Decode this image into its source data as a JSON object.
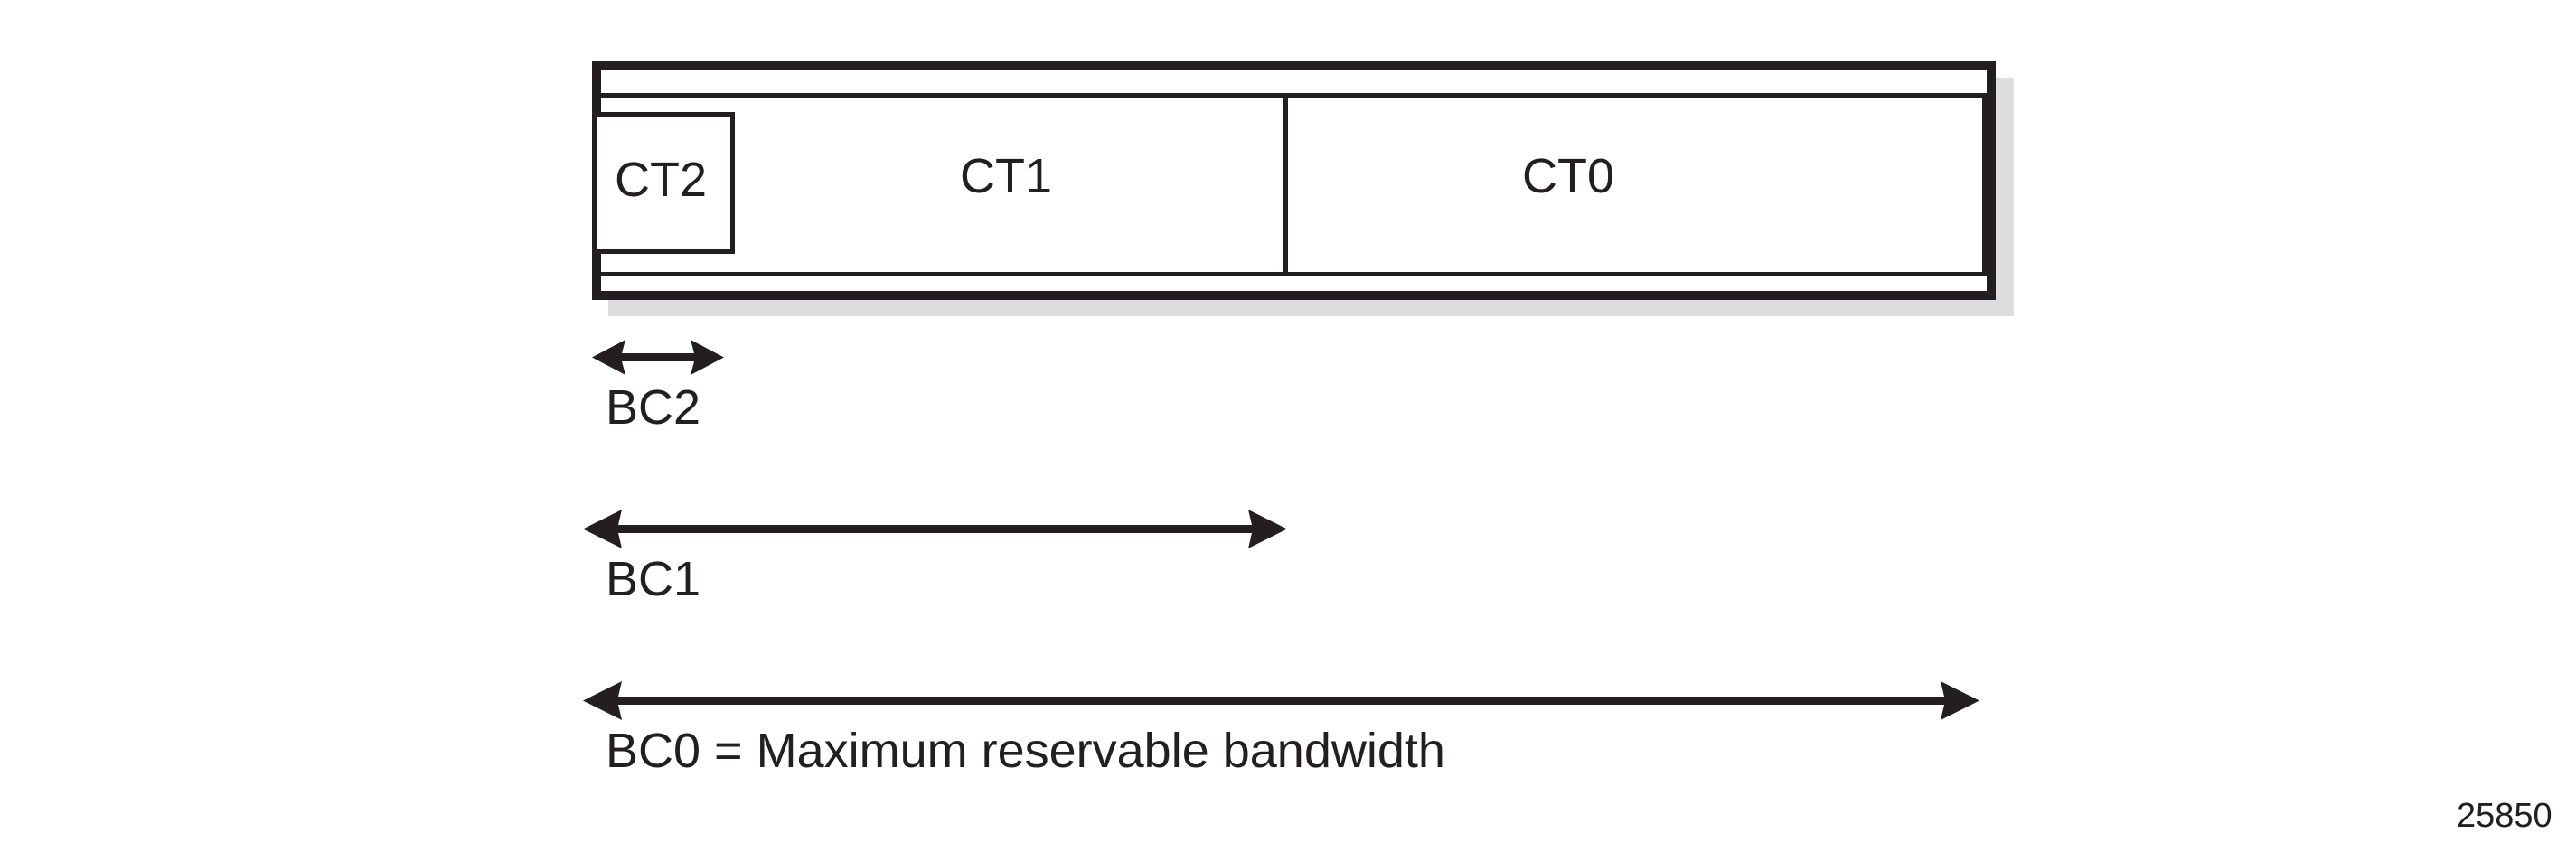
{
  "figure": {
    "number": "25850",
    "colors": {
      "ink": "#231f20",
      "shadow": "#dcdddf",
      "background": "#ffffff"
    }
  },
  "bandwidth_bar": {
    "name": "link-bandwidth-bar",
    "segments": [
      {
        "id": "ct2",
        "label": "CT2"
      },
      {
        "id": "ct1",
        "label": "CT1"
      },
      {
        "id": "ct0",
        "label": "CT0"
      }
    ]
  },
  "measurements": [
    {
      "id": "bc2",
      "label": "BC2",
      "arrow": "double-headed",
      "spans": "ct2"
    },
    {
      "id": "bc1",
      "label": "BC1",
      "arrow": "double-headed",
      "spans": "ct2+ct1"
    },
    {
      "id": "bc0",
      "label": "BC0 = Maximum reservable bandwidth",
      "arrow": "double-headed",
      "spans": "ct2+ct1+ct0"
    }
  ]
}
